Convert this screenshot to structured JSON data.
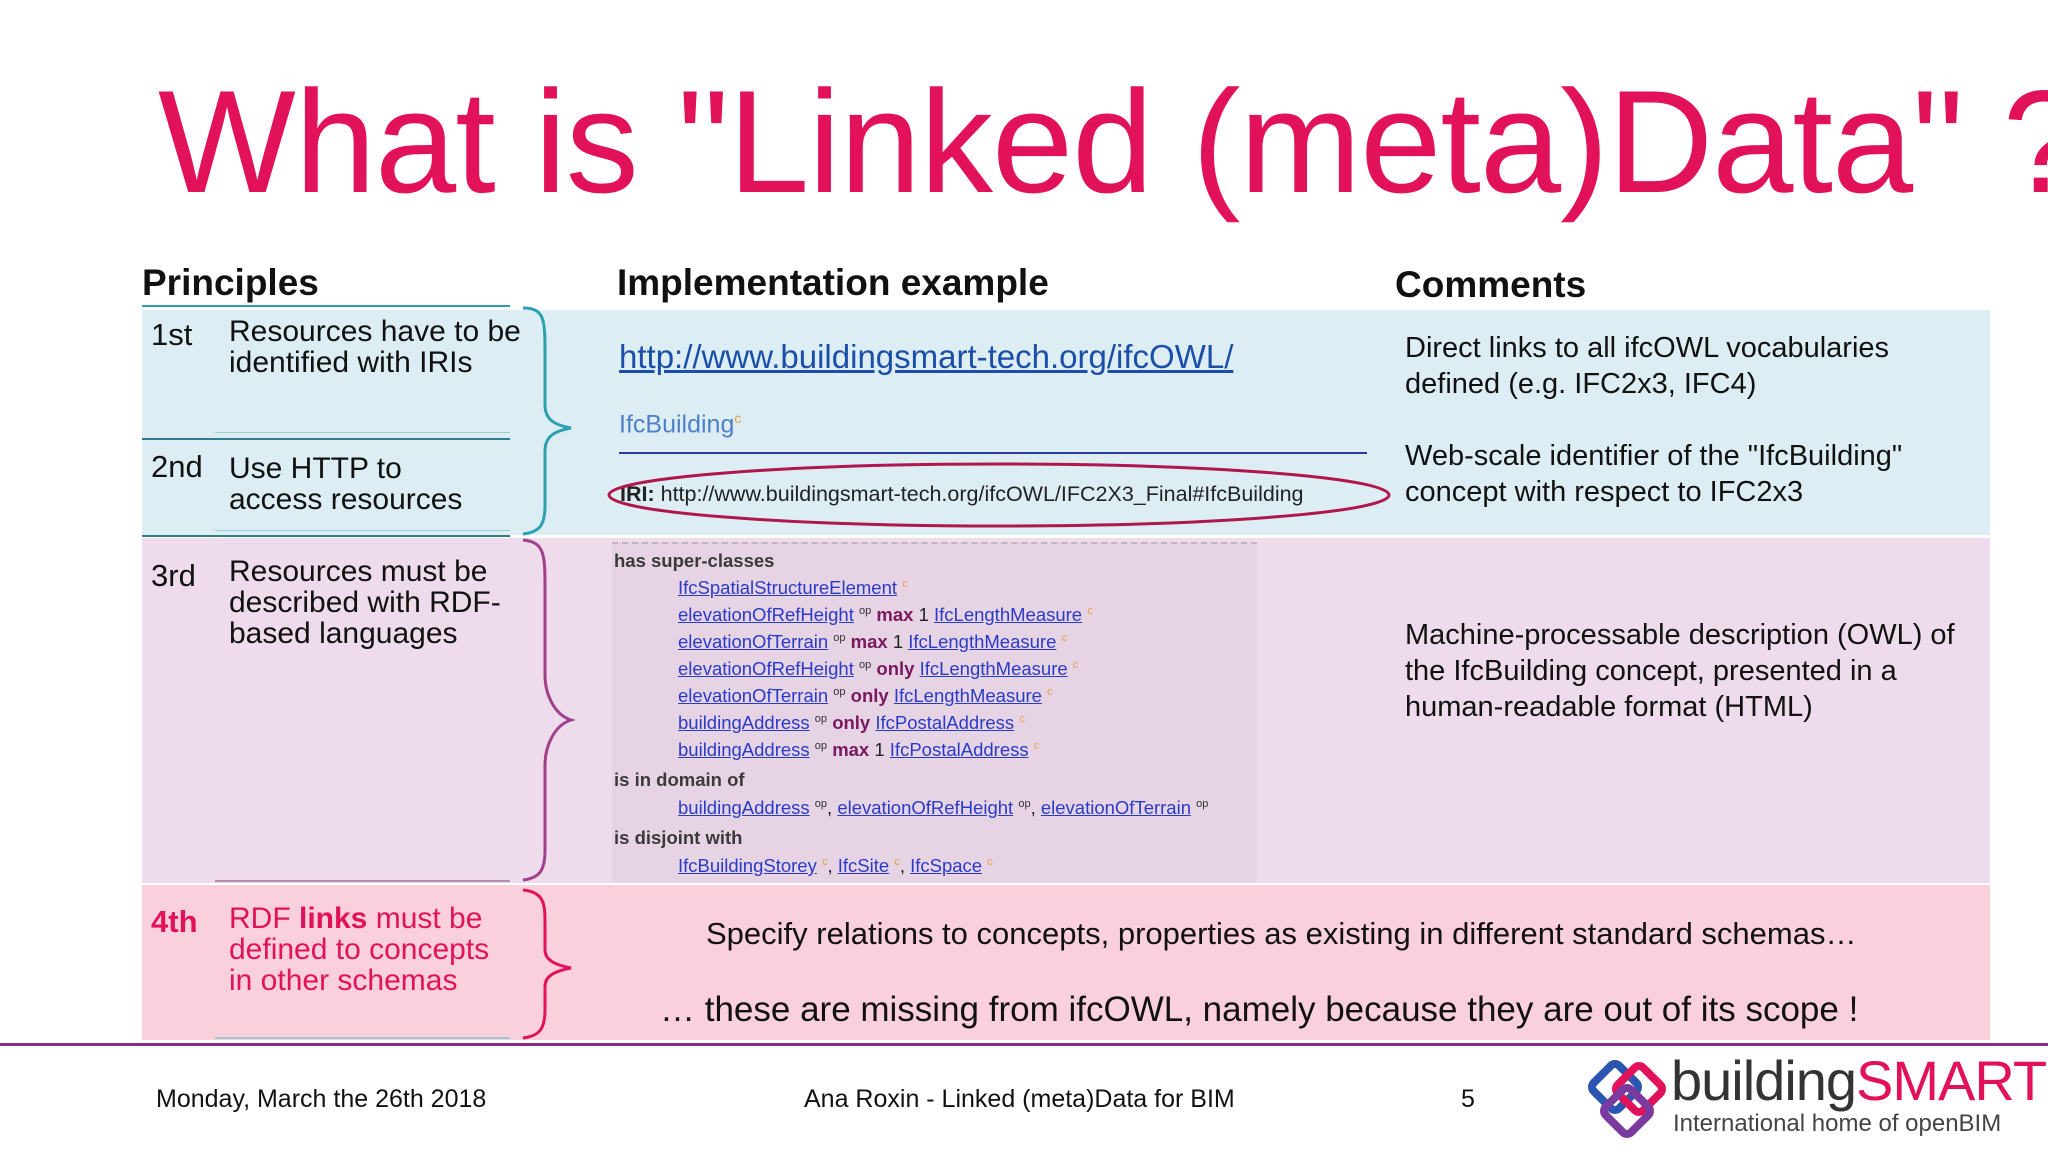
{
  "title": "What is \"Linked (meta)Data\" ?",
  "headers": {
    "principles": "Principles",
    "implementation": "Implementation example",
    "comments": "Comments"
  },
  "principles": [
    {
      "ordinal": "1st",
      "text": "Resources have to be identified with IRIs"
    },
    {
      "ordinal": "2nd",
      "text": "Use HTTP to access resources"
    },
    {
      "ordinal": "3rd",
      "text": "Resources must be described with RDF-based languages"
    },
    {
      "ordinal": "4th",
      "text_before": "RDF ",
      "text_bold": "links",
      "text_after": " must be defined to concepts in other schemas"
    }
  ],
  "implementation": {
    "url": "http://www.buildingsmart-tech.org/ifcOWL/",
    "class_name": "IfcBuilding",
    "class_marker": "c",
    "iri_label": "IRI:",
    "iri_value": "http://www.buildingsmart-tech.org/ifcOWL/IFC2X3_Final#IfcBuilding",
    "owl": {
      "super_label": "has super-classes",
      "super": [
        {
          "a": "IfcSpatialStructureElement",
          "m": "c"
        },
        {
          "a": "elevationOfRefHeight",
          "m": "op",
          "kw": "max",
          "n": "1",
          "b": "IfcLengthMeasure",
          "m2": "c"
        },
        {
          "a": "elevationOfTerrain",
          "m": "op",
          "kw": "max",
          "n": "1",
          "b": "IfcLengthMeasure",
          "m2": "c"
        },
        {
          "a": "elevationOfRefHeight",
          "m": "op",
          "kw": "only",
          "n": "",
          "b": "IfcLengthMeasure",
          "m2": "c"
        },
        {
          "a": "elevationOfTerrain",
          "m": "op",
          "kw": "only",
          "n": "",
          "b": "IfcLengthMeasure",
          "m2": "c"
        },
        {
          "a": "buildingAddress",
          "m": "op",
          "kw": "only",
          "n": "",
          "b": "IfcPostalAddress",
          "m2": "c"
        },
        {
          "a": "buildingAddress",
          "m": "op",
          "kw": "max",
          "n": "1",
          "b": "IfcPostalAddress",
          "m2": "c"
        }
      ],
      "domain_label": "is in domain of",
      "domain": [
        "buildingAddress",
        "elevationOfRefHeight",
        "elevationOfTerrain"
      ],
      "domain_marker": "op",
      "disjoint_label": "is disjoint with",
      "disjoint": [
        "IfcBuildingStorey",
        "IfcSite",
        "IfcSpace"
      ],
      "disjoint_marker": "c"
    },
    "statement1": "Specify relations to concepts, properties as existing in different standard schemas…",
    "statement2": "… these are missing from ifcOWL, namely because they are out of its scope !"
  },
  "comments": {
    "c1": "Direct links to all ifcOWL vocabularies defined (e.g. IFC2x3, IFC4)",
    "c2": "Web-scale identifier of the \"IfcBuilding\" concept with respect to IFC2x3",
    "c3": "Machine-processable description (OWL) of the IfcBuilding concept, presented in a human-readable format (HTML)"
  },
  "footer": {
    "date": "Monday, March the 26th 2018",
    "author": "Ana Roxin - Linked (meta)Data for BIM",
    "page": "5",
    "logo_main": "building",
    "logo_accent": "SMART",
    "logo_tagline": "International home of openBIM"
  },
  "colors": {
    "title": "#e2125a",
    "blue_band": "#dceef4",
    "purple_band": "#eedbeb",
    "pink_band": "#fad0dc",
    "accent": "#e2125a"
  }
}
